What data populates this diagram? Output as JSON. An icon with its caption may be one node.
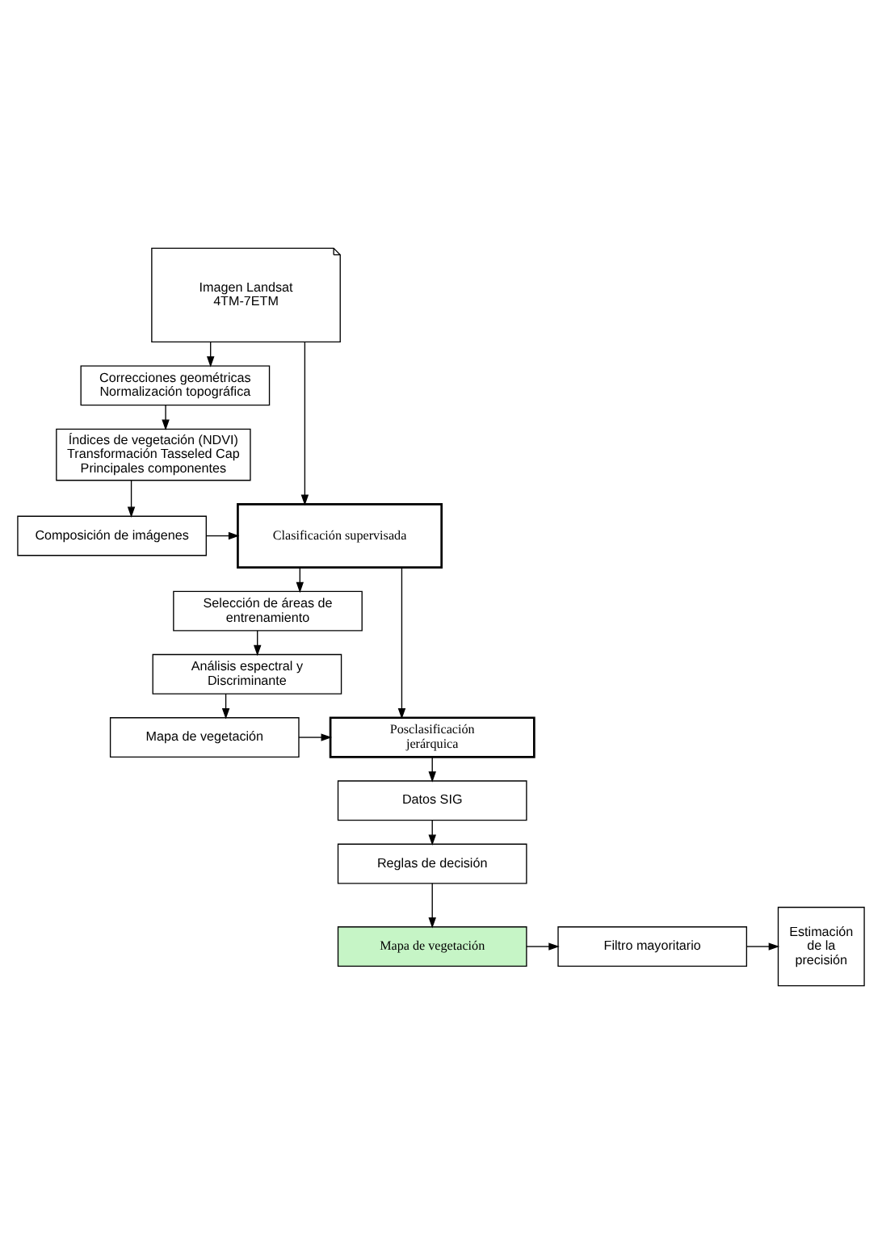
{
  "diagram": {
    "nodes": [
      {
        "text": [
          "Imagen Landsat",
          "4TM-7ETM"
        ]
      },
      {
        "text": [
          "Correcciones geométricas Normalización topográfica"
        ]
      },
      {
        "text": [
          "Índices de vegetación (NDVI) Transformación Tasseled Cap Principales componentes"
        ]
      },
      {
        "text": [
          "Composición de imágenes"
        ]
      },
      {
        "text": [
          "Clasificación supervisada"
        ]
      },
      {
        "text": [
          "Selección de áreas de entrenamiento"
        ]
      },
      {
        "text": [
          "Análisis espectral y Discriminante"
        ]
      },
      {
        "text": [
          "Mapa de vegetación"
        ]
      },
      {
        "text": [
          "Posclasificación jerárquica"
        ]
      },
      {
        "text": [
          "Datos SIG"
        ]
      },
      {
        "text": [
          "Reglas de decisión"
        ]
      },
      {
        "text": [
          "Mapa de vegetación"
        ]
      },
      {
        "text": [
          "Filtro mayoritario"
        ]
      },
      {
        "text": [
          "Estimación de la precisión"
        ]
      }
    ],
    "edges": [
      {
        "from": 0,
        "to": 1,
        "arrow": "to"
      },
      {
        "from": 1,
        "to": 2,
        "arrow": "to"
      },
      {
        "from": 2,
        "to": 3,
        "arrow": "to"
      },
      {
        "from": 0,
        "to": 4,
        "arrow": "to"
      },
      {
        "from": 3,
        "to": 4,
        "arrow": "to"
      },
      {
        "from": 4,
        "to": 5,
        "arrow": "to"
      },
      {
        "from": 5,
        "to": 6,
        "arrow": "to"
      },
      {
        "from": 6,
        "to": 7,
        "arrow": "to"
      },
      {
        "from": 4,
        "to": 8,
        "arrow": "to"
      },
      {
        "from": 7,
        "to": 8,
        "arrow": "to"
      },
      {
        "from": 8,
        "to": 9,
        "arrow": "to"
      },
      {
        "from": 9,
        "to": 10,
        "arrow": "to"
      },
      {
        "from": 10,
        "to": 11,
        "arrow": "to"
      },
      {
        "from": 11,
        "to": 12,
        "arrow": "to"
      },
      {
        "from": 12,
        "to": 13,
        "arrow": "to"
      }
    ]
  }
}
